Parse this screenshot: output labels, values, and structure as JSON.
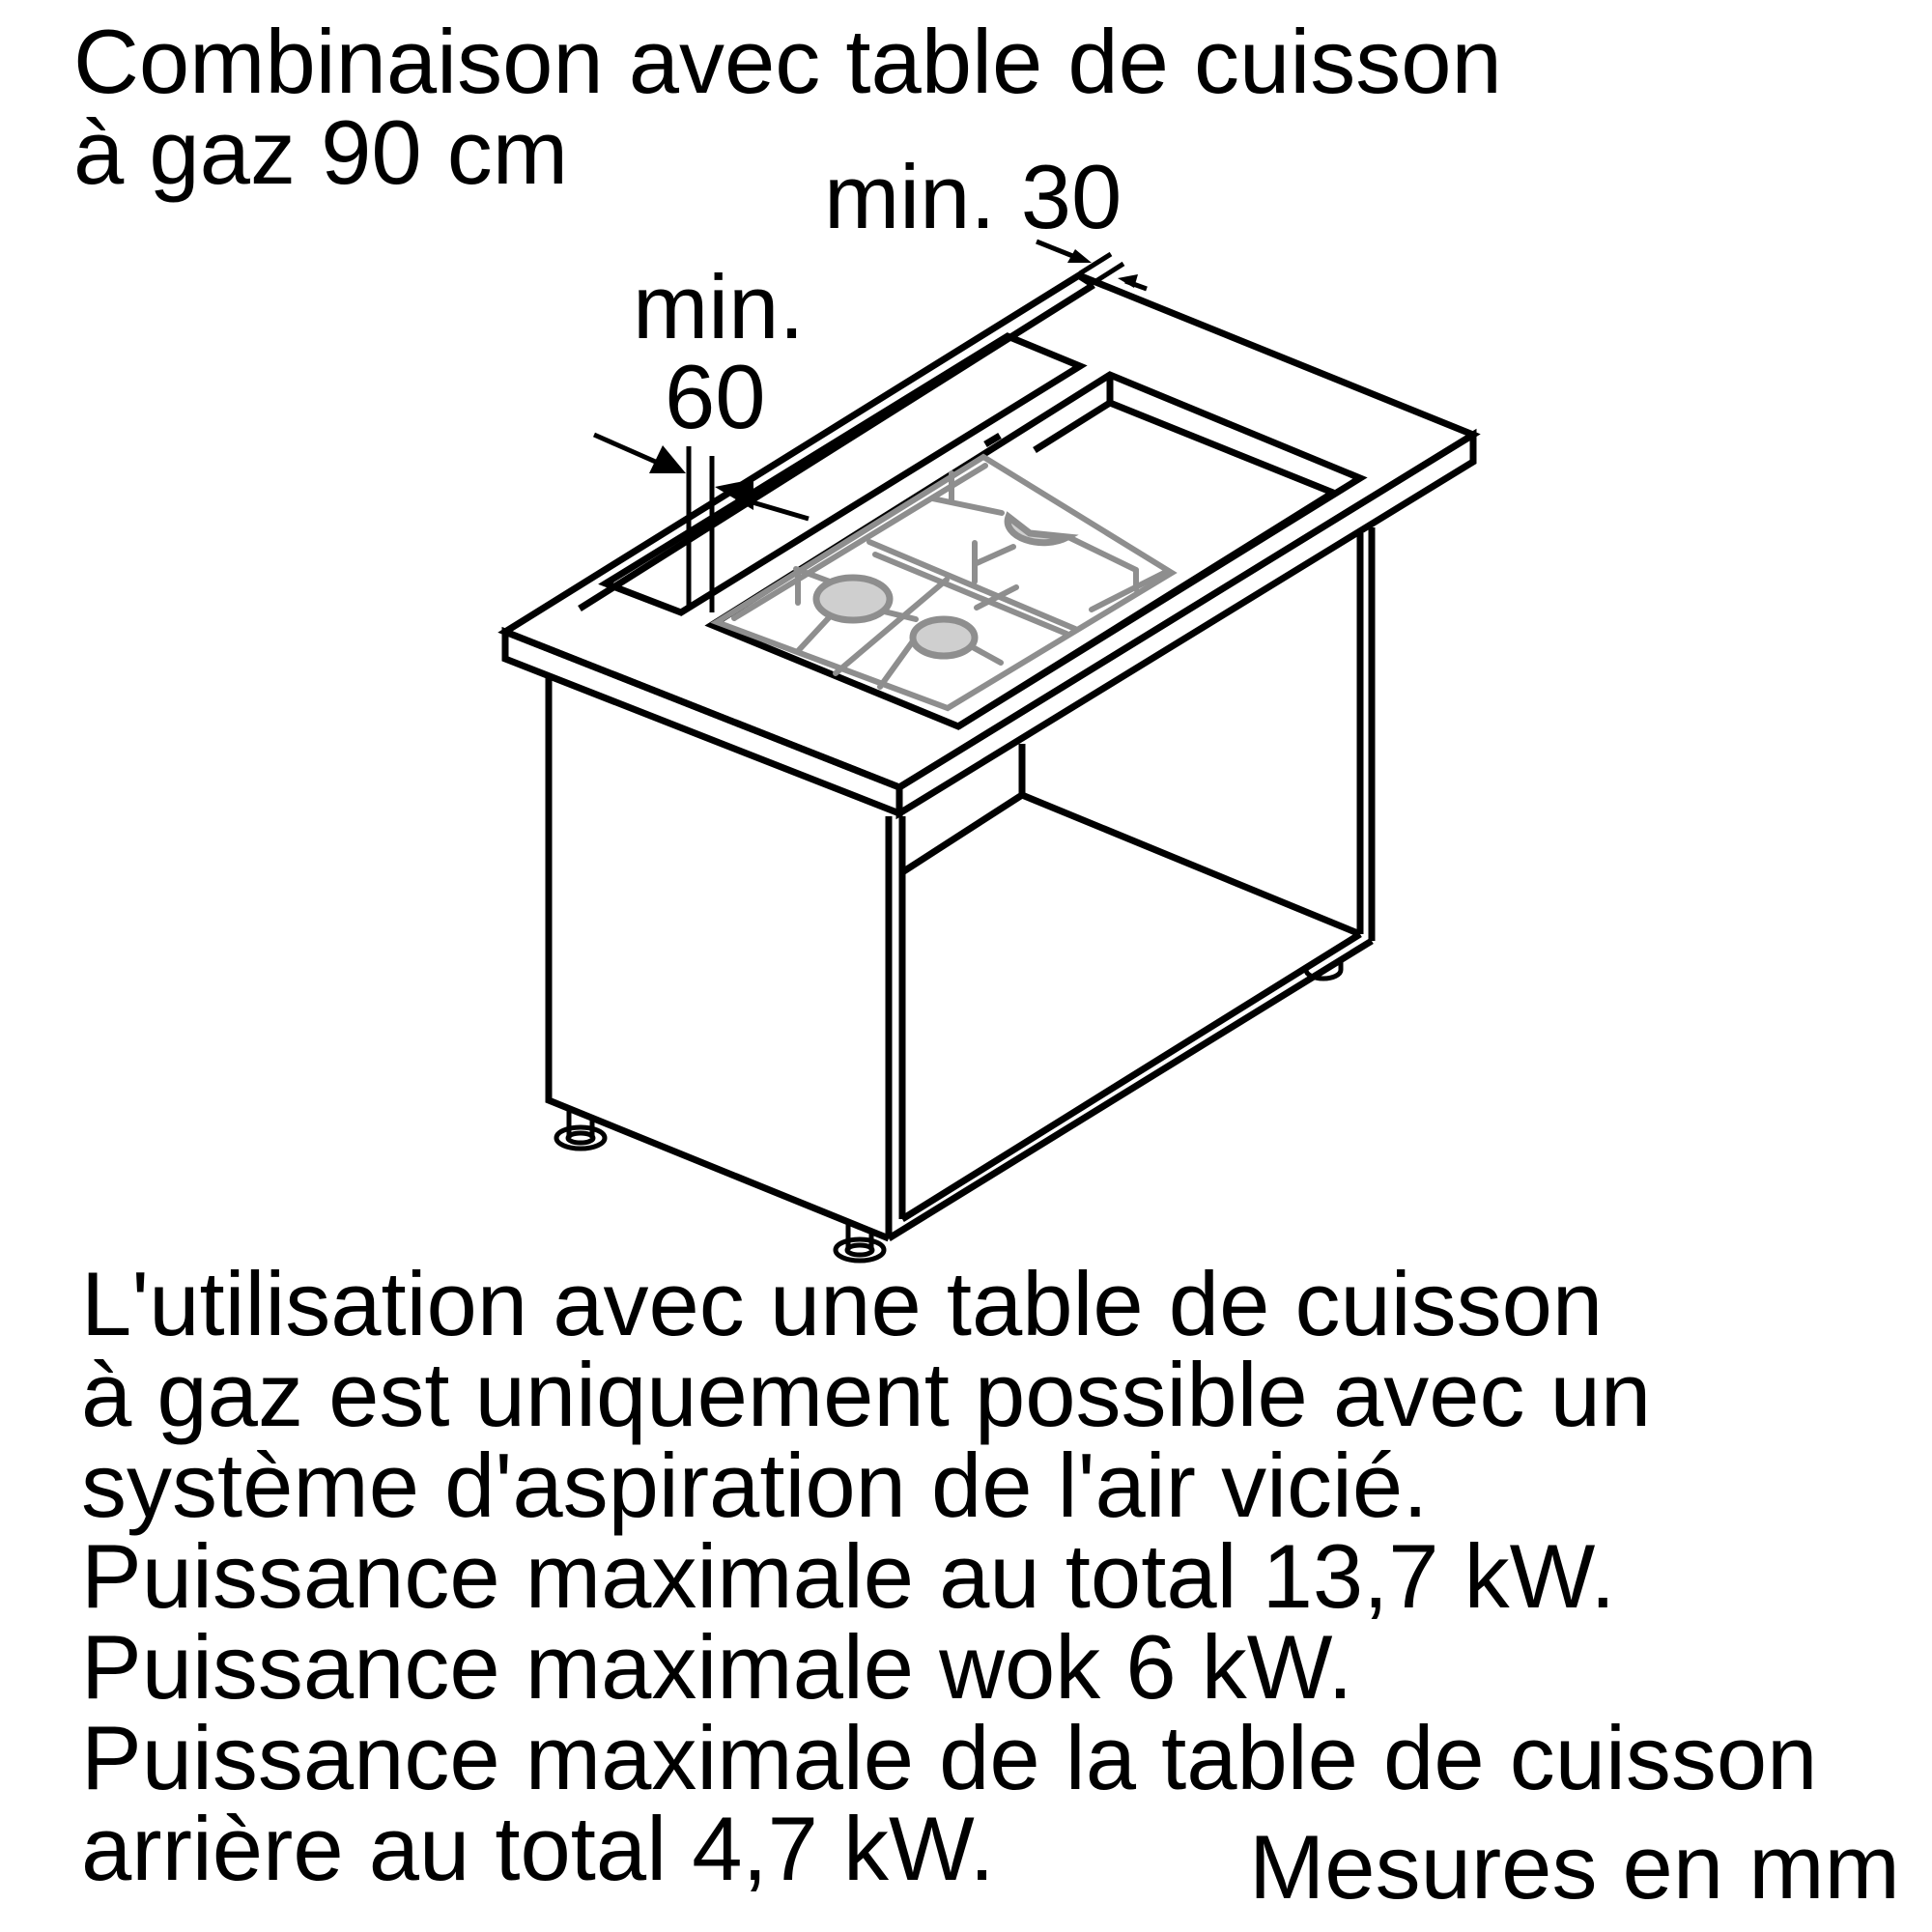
{
  "title": {
    "lines": [
      "Combinaison avec table de cuisson",
      "à gaz 90 cm"
    ]
  },
  "dimensions": {
    "rear_clearance": {
      "label": "min. 30",
      "value": 30,
      "unit": "mm"
    },
    "side_clearance": {
      "label_line1": "min.",
      "label_line2": "60",
      "value": 60,
      "unit": "mm"
    }
  },
  "illustration": {
    "subject": "base cabinet with worktop, downdraft extractor strip and 90 cm gas hob",
    "burners": [
      "front-left burner",
      "front-right burner",
      "wok burner"
    ],
    "colors": {
      "line": "#000000",
      "extractor_fill": "#d0d0d0",
      "hob_line": "#8e8e8e",
      "burner_fill": "#cfcfcf"
    }
  },
  "notes": {
    "lines": [
      "L'utilisation avec une table de cuisson",
      "à gaz est uniquement possible avec un",
      "système d'aspiration de l'air vicié.",
      "Puissance maximale au total 13,7 kW.",
      "Puissance maximale wok 6 kW.",
      "Puissance maximale de la table de cuisson",
      "arrière au total 4,7 kW."
    ]
  },
  "units_note": "Mesures en mm",
  "specs": {
    "max_total_power_kw": 13.7,
    "max_wok_power_kw": 6,
    "max_rear_hob_power_kw": 4.7
  }
}
